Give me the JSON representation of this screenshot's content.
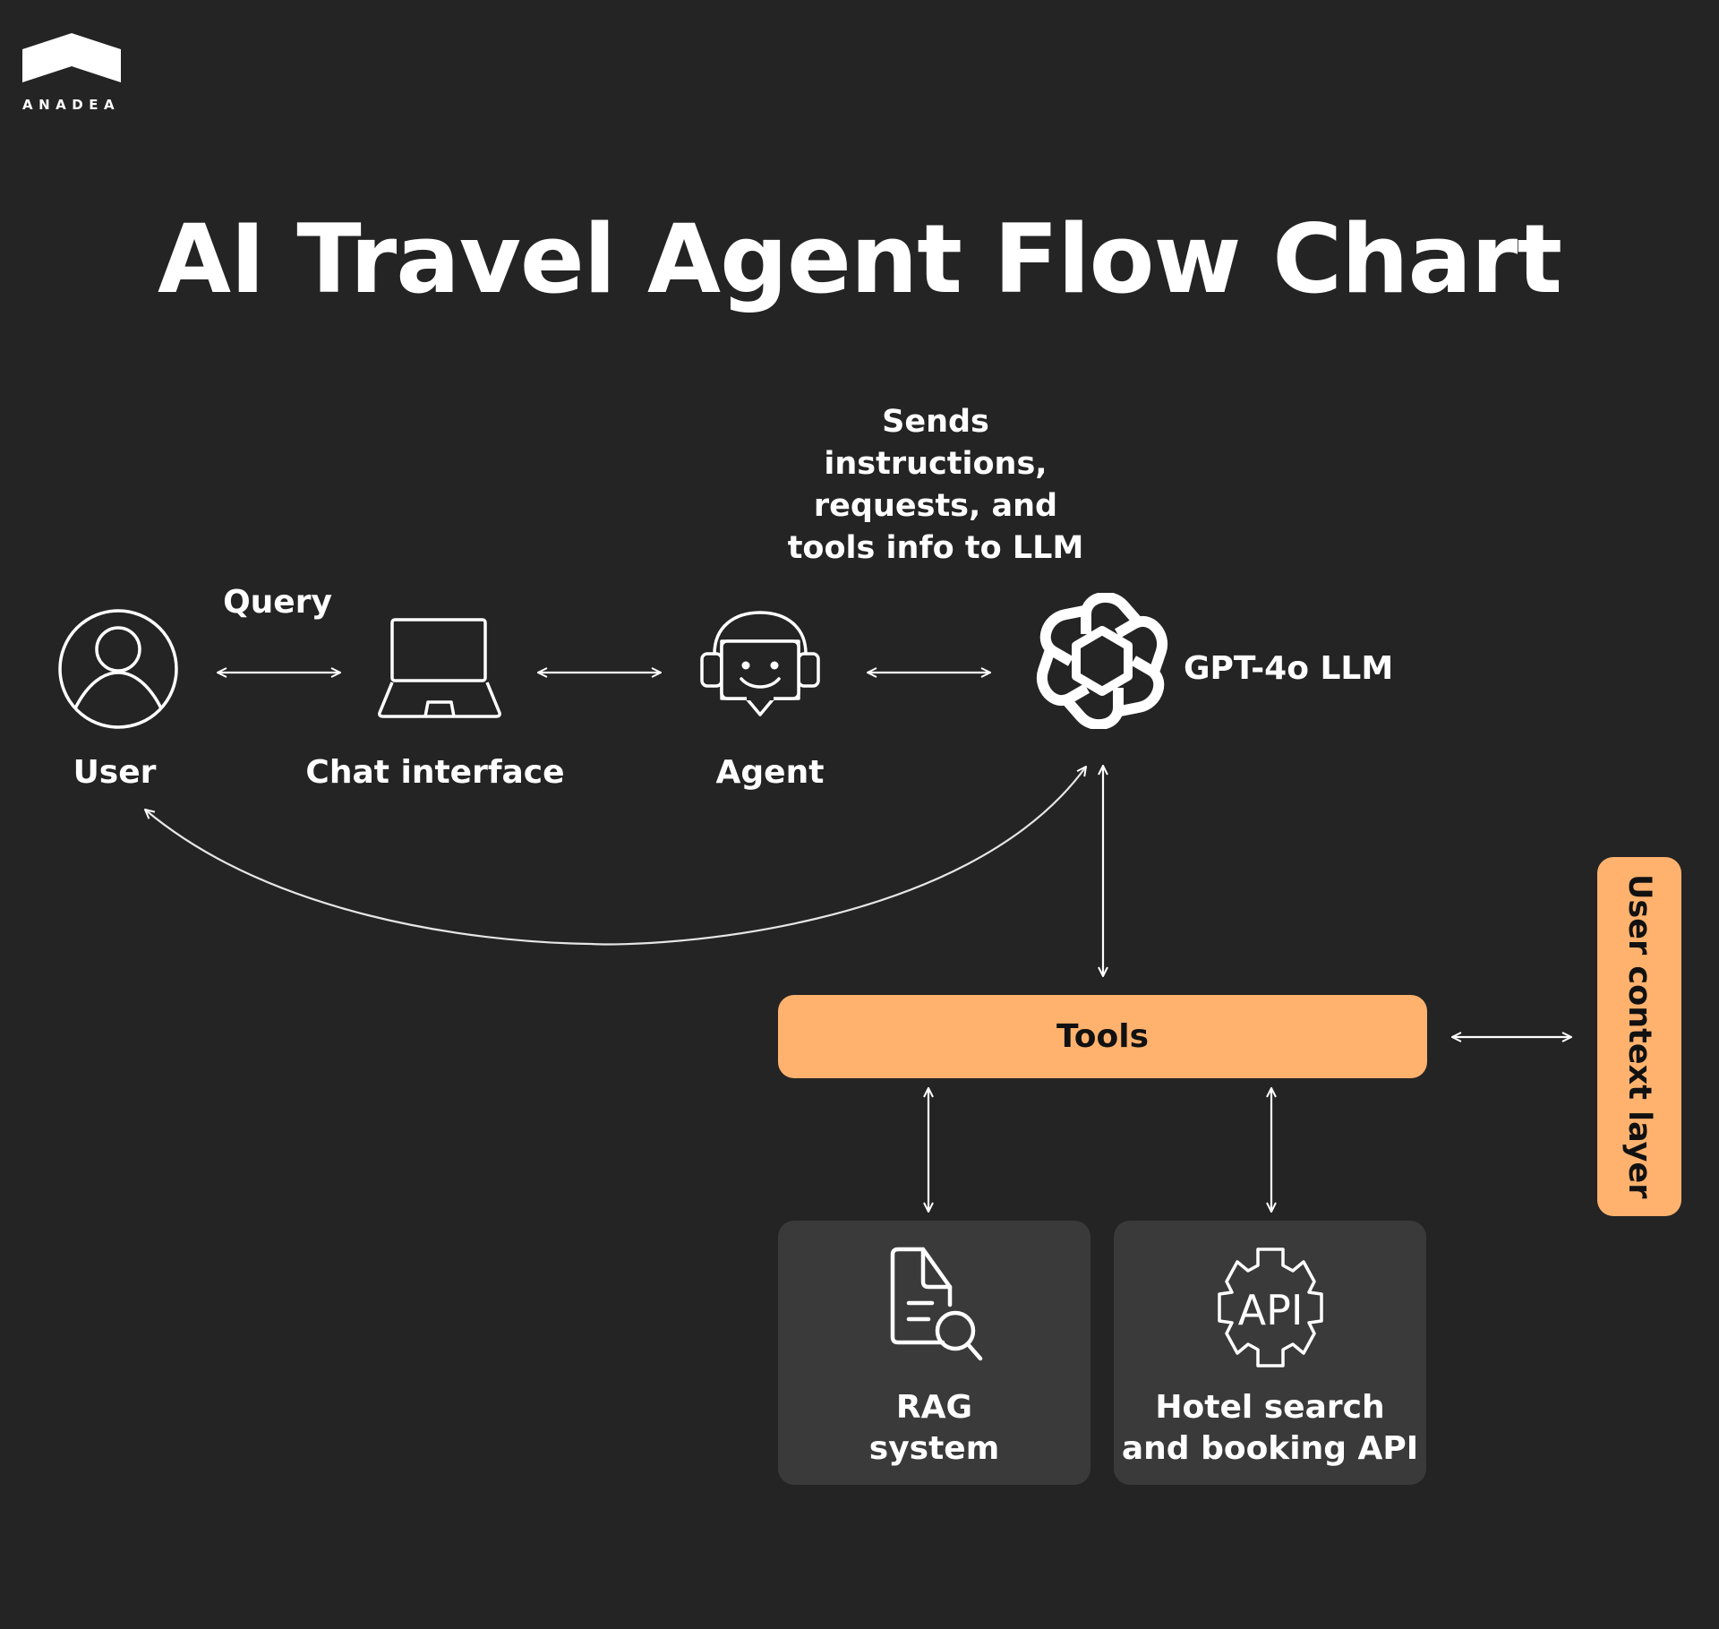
{
  "brand": {
    "logo_text": "ANADEA"
  },
  "title": "AI Travel Agent Flow Chart",
  "nodes": {
    "user": {
      "label": "User",
      "icon": "user-circle-icon"
    },
    "chat": {
      "label": "Chat interface",
      "icon": "laptop-icon"
    },
    "agent": {
      "label": "Agent",
      "icon": "support-bot-icon"
    },
    "llm": {
      "label": "GPT-4o LLM",
      "icon": "openai-logo-icon"
    },
    "tools": {
      "label": "Tools"
    },
    "context": {
      "label": "User context layer"
    },
    "rag": {
      "label_line1": "RAG",
      "label_line2": "system",
      "icon": "document-search-icon"
    },
    "api": {
      "label_line1": "Hotel search",
      "label_line2": "and booking API",
      "icon": "api-gear-icon",
      "icon_text": "API"
    }
  },
  "edges": {
    "query_label": "Query",
    "agent_llm_note": [
      "Sends",
      "instructions,",
      "requests, and",
      "tools info to LLM"
    ]
  },
  "colors": {
    "background": "#242424",
    "accent": "#ffb26e",
    "card": "#3a3a3a",
    "foreground": "#ffffff"
  }
}
